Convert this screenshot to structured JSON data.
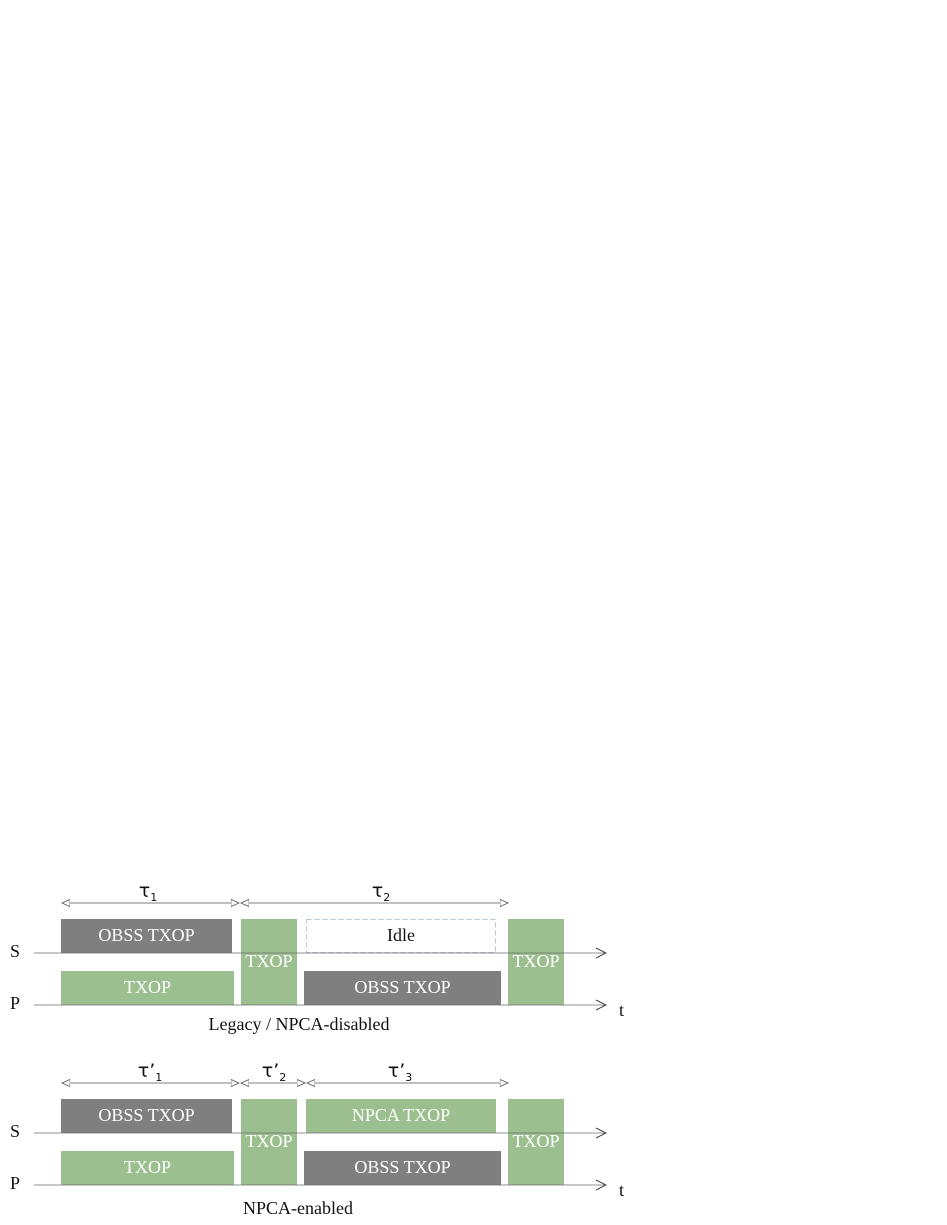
{
  "colors": {
    "obss": "#7f7f7f",
    "txop": "#9bbf8f",
    "axis": "#6b6b6b",
    "idle_border": "#b7c7d6",
    "text_dark": "#111111",
    "text_light": "#ffffff"
  },
  "panels": [
    {
      "caption": "Legacy / NPCA-disabled",
      "row_s": "S",
      "row_p": "P",
      "time_label": "t",
      "intervals": [
        {
          "sym": "τ",
          "sub": "1"
        },
        {
          "sym": "τ",
          "sub": "2"
        }
      ],
      "s_blocks": [
        {
          "label": "OBSS TXOP",
          "kind": "obss"
        },
        {
          "label": "Idle",
          "kind": "idle"
        }
      ],
      "p_blocks": [
        {
          "label": "TXOP",
          "kind": "txop"
        },
        {
          "label": "OBSS TXOP",
          "kind": "obss"
        }
      ],
      "full_blocks": [
        {
          "label": "TXOP",
          "kind": "txop"
        },
        {
          "label": "TXOP",
          "kind": "txop"
        }
      ]
    },
    {
      "caption": "NPCA-enabled",
      "row_s": "S",
      "row_p": "P",
      "time_label": "t",
      "intervals": [
        {
          "sym": "τ’",
          "sub": "1"
        },
        {
          "sym": "τ’",
          "sub": "2"
        },
        {
          "sym": "τ’",
          "sub": "3"
        }
      ],
      "s_blocks": [
        {
          "label": "OBSS TXOP",
          "kind": "obss"
        },
        {
          "label": "NPCA TXOP",
          "kind": "txop"
        }
      ],
      "p_blocks": [
        {
          "label": "TXOP",
          "kind": "txop"
        },
        {
          "label": "OBSS TXOP",
          "kind": "obss"
        }
      ],
      "full_blocks": [
        {
          "label": "TXOP",
          "kind": "txop"
        },
        {
          "label": "TXOP",
          "kind": "txop"
        }
      ]
    }
  ]
}
